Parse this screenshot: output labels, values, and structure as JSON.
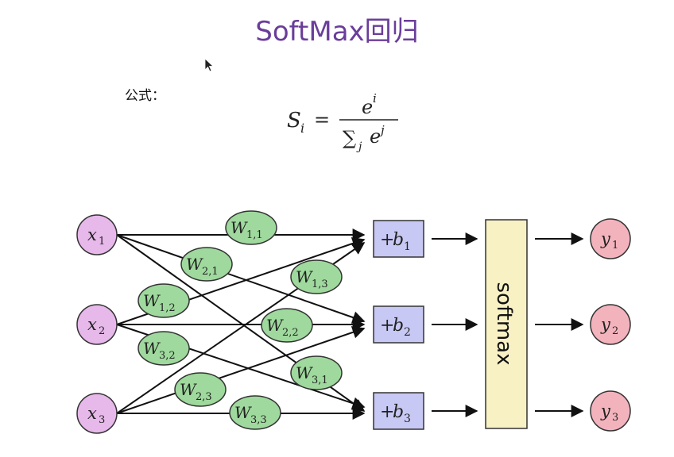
{
  "title": "SoftMax回归",
  "formula_label": "公式：",
  "formula": {
    "lhs_symbol": "S",
    "lhs_sub": "i",
    "equals": "=",
    "num_base": "e",
    "num_sup": "i",
    "den_sum": "∑",
    "den_sum_sub": "j",
    "den_base": "e",
    "den_sup": "j"
  },
  "diagram": {
    "inputs": [
      {
        "base": "x",
        "sub": "1"
      },
      {
        "base": "x",
        "sub": "2"
      },
      {
        "base": "x",
        "sub": "3"
      }
    ],
    "weights": [
      {
        "base": "W",
        "sub": "1,1"
      },
      {
        "base": "W",
        "sub": "2,1"
      },
      {
        "base": "W",
        "sub": "1,3"
      },
      {
        "base": "W",
        "sub": "1,2"
      },
      {
        "base": "W",
        "sub": "2,2"
      },
      {
        "base": "W",
        "sub": "3,2"
      },
      {
        "base": "W",
        "sub": "3,1"
      },
      {
        "base": "W",
        "sub": "2,3"
      },
      {
        "base": "W",
        "sub": "3,3"
      }
    ],
    "biases": [
      {
        "base": "+b",
        "sub": "1"
      },
      {
        "base": "+b",
        "sub": "2"
      },
      {
        "base": "+b",
        "sub": "3"
      }
    ],
    "softmax_label": "softmax",
    "outputs": [
      {
        "base": "y",
        "sub": "1"
      },
      {
        "base": "y",
        "sub": "2"
      },
      {
        "base": "y",
        "sub": "3"
      }
    ],
    "colors": {
      "input_fill": "#e7b8ea",
      "weight_fill": "#9fd99d",
      "bias_fill": "#c8c8f4",
      "softmax_fill": "#f7f1c4",
      "output_fill": "#f3b3bd",
      "title_color": "#6a3d9a"
    }
  }
}
